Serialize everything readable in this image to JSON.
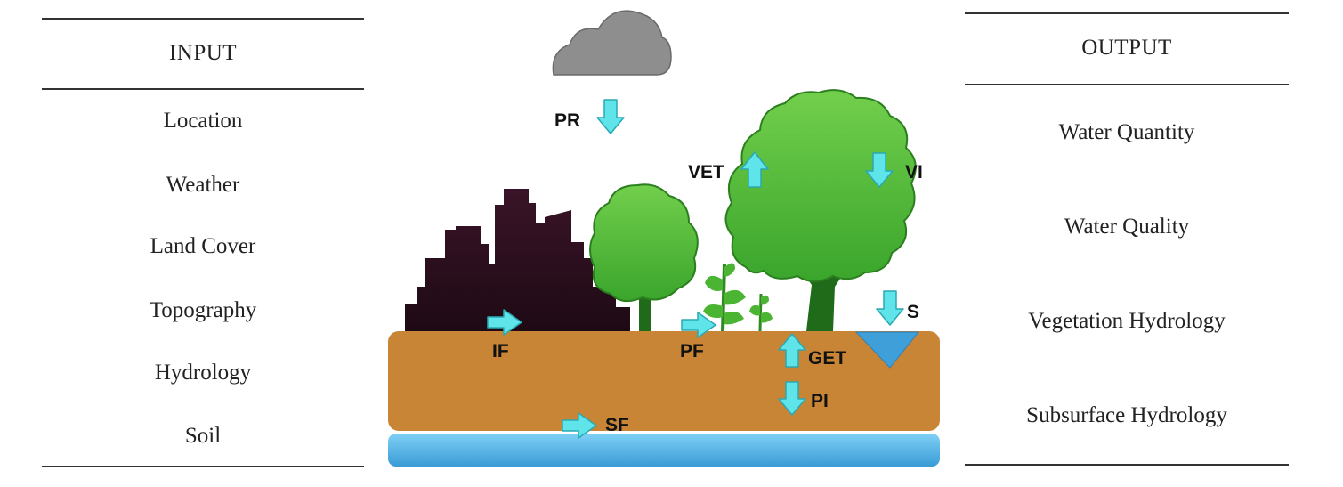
{
  "input": {
    "header": "INPUT",
    "items": [
      "Location",
      "Weather",
      "Land Cover",
      "Topography",
      "Hydrology",
      "Soil"
    ]
  },
  "output": {
    "header": "OUTPUT",
    "items": [
      "Water Quantity",
      "Water Quality",
      "Vegetation Hydrology",
      "Subsurface Hydrology"
    ]
  },
  "diagram": {
    "labels": {
      "pr": "PR",
      "vet": "VET",
      "vi": "VI",
      "s": "S",
      "if": "IF",
      "pf": "PF",
      "get": "GET",
      "pi": "PI",
      "sf": "SF"
    },
    "colors": {
      "cloud": "#8e8e8e",
      "city": "#2c0f1e",
      "tree": "#4bb533",
      "trunk": "#1f6b1a",
      "soil": "#c88536",
      "groundwater": "#4fb3e8",
      "surface_water": "#3f9fd8",
      "arrow": "#5fe4ea"
    }
  }
}
